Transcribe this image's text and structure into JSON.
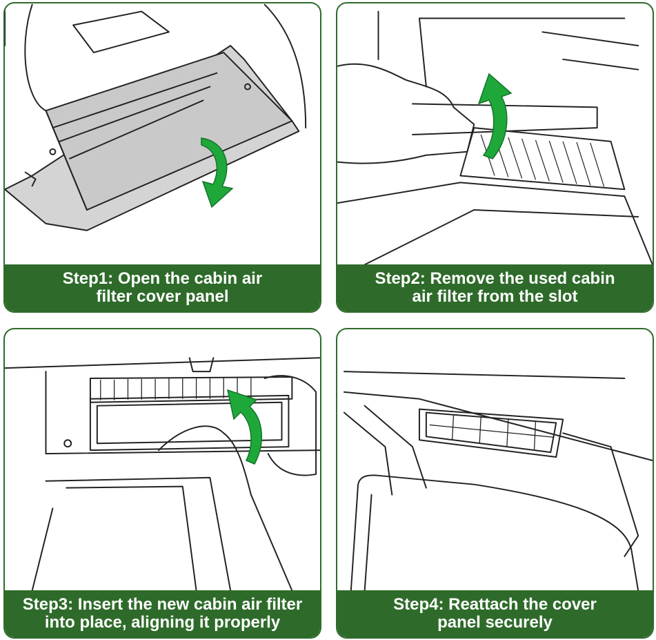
{
  "steps": [
    {
      "line1": "Step1: Open the cabin air",
      "line2": "filter cover panel",
      "arrow": "down"
    },
    {
      "line1": "Step2: Remove the used cabin",
      "line2": "air filter from the slot",
      "arrow": "up"
    },
    {
      "line1": "Step3: Insert the new cabin air filter",
      "line2": "into place, aligning it properly",
      "arrow": "up"
    },
    {
      "line1": "Step4: Reattach the cover",
      "line2": "panel securely",
      "arrow": "none"
    }
  ],
  "colors": {
    "accent": "#2e6b2a",
    "arrow": "#1fa83a",
    "panel": "#d4d4d4"
  }
}
